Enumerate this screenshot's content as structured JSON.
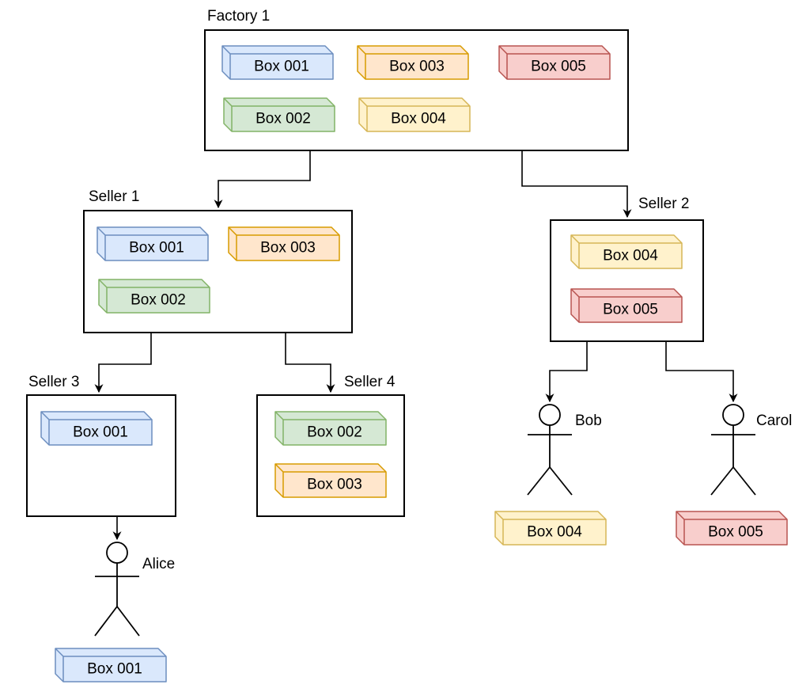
{
  "palette": {
    "blue": {
      "fill": "#dae8fc",
      "stroke": "#6c8ebf"
    },
    "green": {
      "fill": "#d5e8d4",
      "stroke": "#82b366"
    },
    "orange": {
      "fill": "#ffe6cc",
      "stroke": "#d79b00"
    },
    "yellow": {
      "fill": "#fff2cc",
      "stroke": "#d6b656"
    },
    "red": {
      "fill": "#f8cecc",
      "stroke": "#b85450"
    }
  },
  "containers": [
    {
      "id": "factory-1",
      "label": "Factory 1",
      "boxes": [
        {
          "label": "Box 001",
          "color": "blue"
        },
        {
          "label": "Box 002",
          "color": "green"
        },
        {
          "label": "Box 003",
          "color": "orange"
        },
        {
          "label": "Box 004",
          "color": "yellow"
        },
        {
          "label": "Box 005",
          "color": "red"
        }
      ]
    },
    {
      "id": "seller-1",
      "label": "Seller 1",
      "boxes": [
        {
          "label": "Box 001",
          "color": "blue"
        },
        {
          "label": "Box 002",
          "color": "green"
        },
        {
          "label": "Box 003",
          "color": "orange"
        }
      ]
    },
    {
      "id": "seller-2",
      "label": "Seller 2",
      "boxes": [
        {
          "label": "Box 004",
          "color": "yellow"
        },
        {
          "label": "Box 005",
          "color": "red"
        }
      ]
    },
    {
      "id": "seller-3",
      "label": "Seller 3",
      "boxes": [
        {
          "label": "Box 001",
          "color": "blue"
        }
      ]
    },
    {
      "id": "seller-4",
      "label": "Seller 4",
      "boxes": [
        {
          "label": "Box 002",
          "color": "green"
        },
        {
          "label": "Box 003",
          "color": "orange"
        }
      ]
    }
  ],
  "people": [
    {
      "id": "alice",
      "name": "Alice",
      "box": {
        "label": "Box 001",
        "color": "blue"
      }
    },
    {
      "id": "bob",
      "name": "Bob",
      "box": {
        "label": "Box 004",
        "color": "yellow"
      }
    },
    {
      "id": "carol",
      "name": "Carol",
      "box": {
        "label": "Box 005",
        "color": "red"
      }
    }
  ],
  "edges": [
    {
      "from": "factory-1",
      "to": "seller-1"
    },
    {
      "from": "factory-1",
      "to": "seller-2"
    },
    {
      "from": "seller-1",
      "to": "seller-3"
    },
    {
      "from": "seller-1",
      "to": "seller-4"
    },
    {
      "from": "seller-2",
      "to": "bob"
    },
    {
      "from": "seller-2",
      "to": "carol"
    },
    {
      "from": "seller-3",
      "to": "alice"
    }
  ]
}
